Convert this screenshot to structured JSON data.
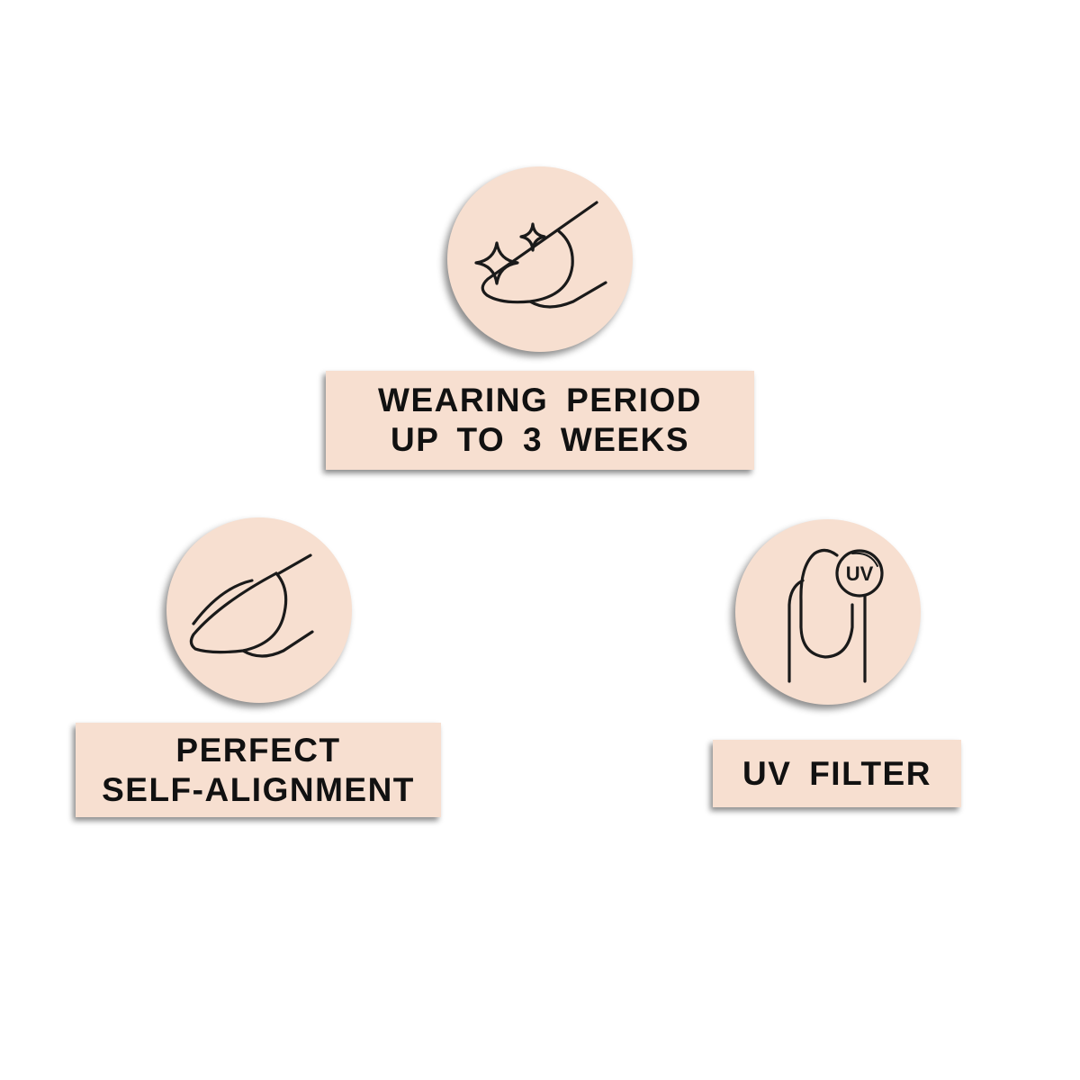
{
  "features": [
    {
      "icon": "nail-sparkle-icon",
      "lines": [
        "WEARING PERIOD",
        "UP TO 3 WEEKS"
      ]
    },
    {
      "icon": "nail-alignment-icon",
      "lines": [
        "PERFECT",
        "SELF-ALIGNMENT"
      ]
    },
    {
      "icon": "uv-nail-icon",
      "icon_text": "UV",
      "lines": [
        "UV FILTER"
      ]
    }
  ],
  "colors": {
    "badge": "#f7dfd0",
    "ink": "#1a1a1a"
  }
}
